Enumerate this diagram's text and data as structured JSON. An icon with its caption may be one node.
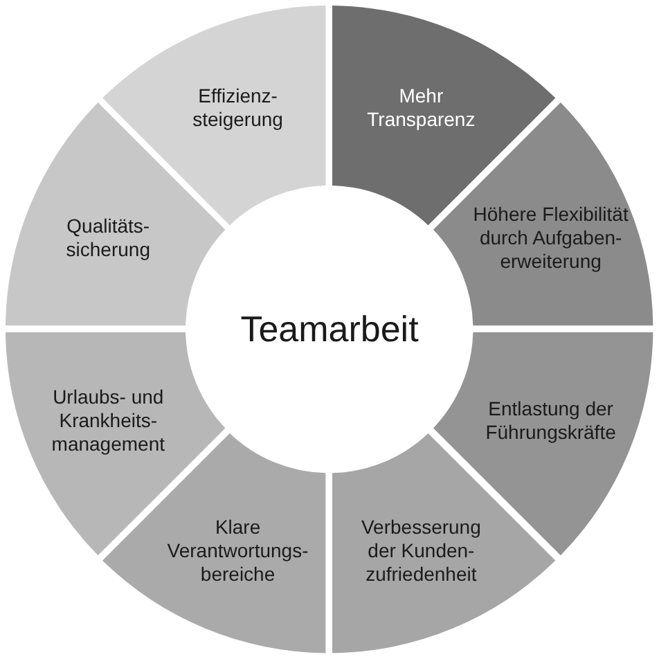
{
  "diagram": {
    "nodes": [
      {
        "text": [
          "Teamarbeit"
        ]
      },
      {
        "text": [
          "Mehr Transparenz"
        ]
      },
      {
        "text": [
          "Höhere Flexibilität durch Aufgaben-erweiterung"
        ]
      },
      {
        "text": [
          "Entlastung der Führungskräfte"
        ]
      },
      {
        "text": [
          "Verbesserung der Kunden-zufriedenheit"
        ]
      },
      {
        "text": [
          "Klare Verantwortungs-bereiche"
        ]
      },
      {
        "text": [
          "Urlaubs- und Krankheits-management"
        ]
      },
      {
        "text": [
          "Qualitäts-sicherung"
        ]
      },
      {
        "text": [
          "Effizienz-steigerung"
        ]
      }
    ]
  }
}
